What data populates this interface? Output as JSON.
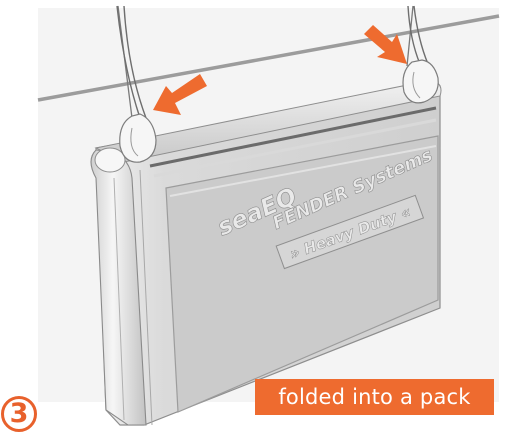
{
  "step": {
    "number": "3"
  },
  "caption": {
    "text": "folded into a pack"
  },
  "panel": {
    "brand_line1": "seaEQ",
    "brand_line2": "FENDER Systems",
    "badge": "» Heavy Duty «"
  },
  "colors": {
    "accent": "#ee6b2f",
    "frame": "#9a9a9a",
    "line_art": "#777777"
  },
  "icons": [
    "arrow-left-down-icon",
    "arrow-right-down-icon"
  ]
}
